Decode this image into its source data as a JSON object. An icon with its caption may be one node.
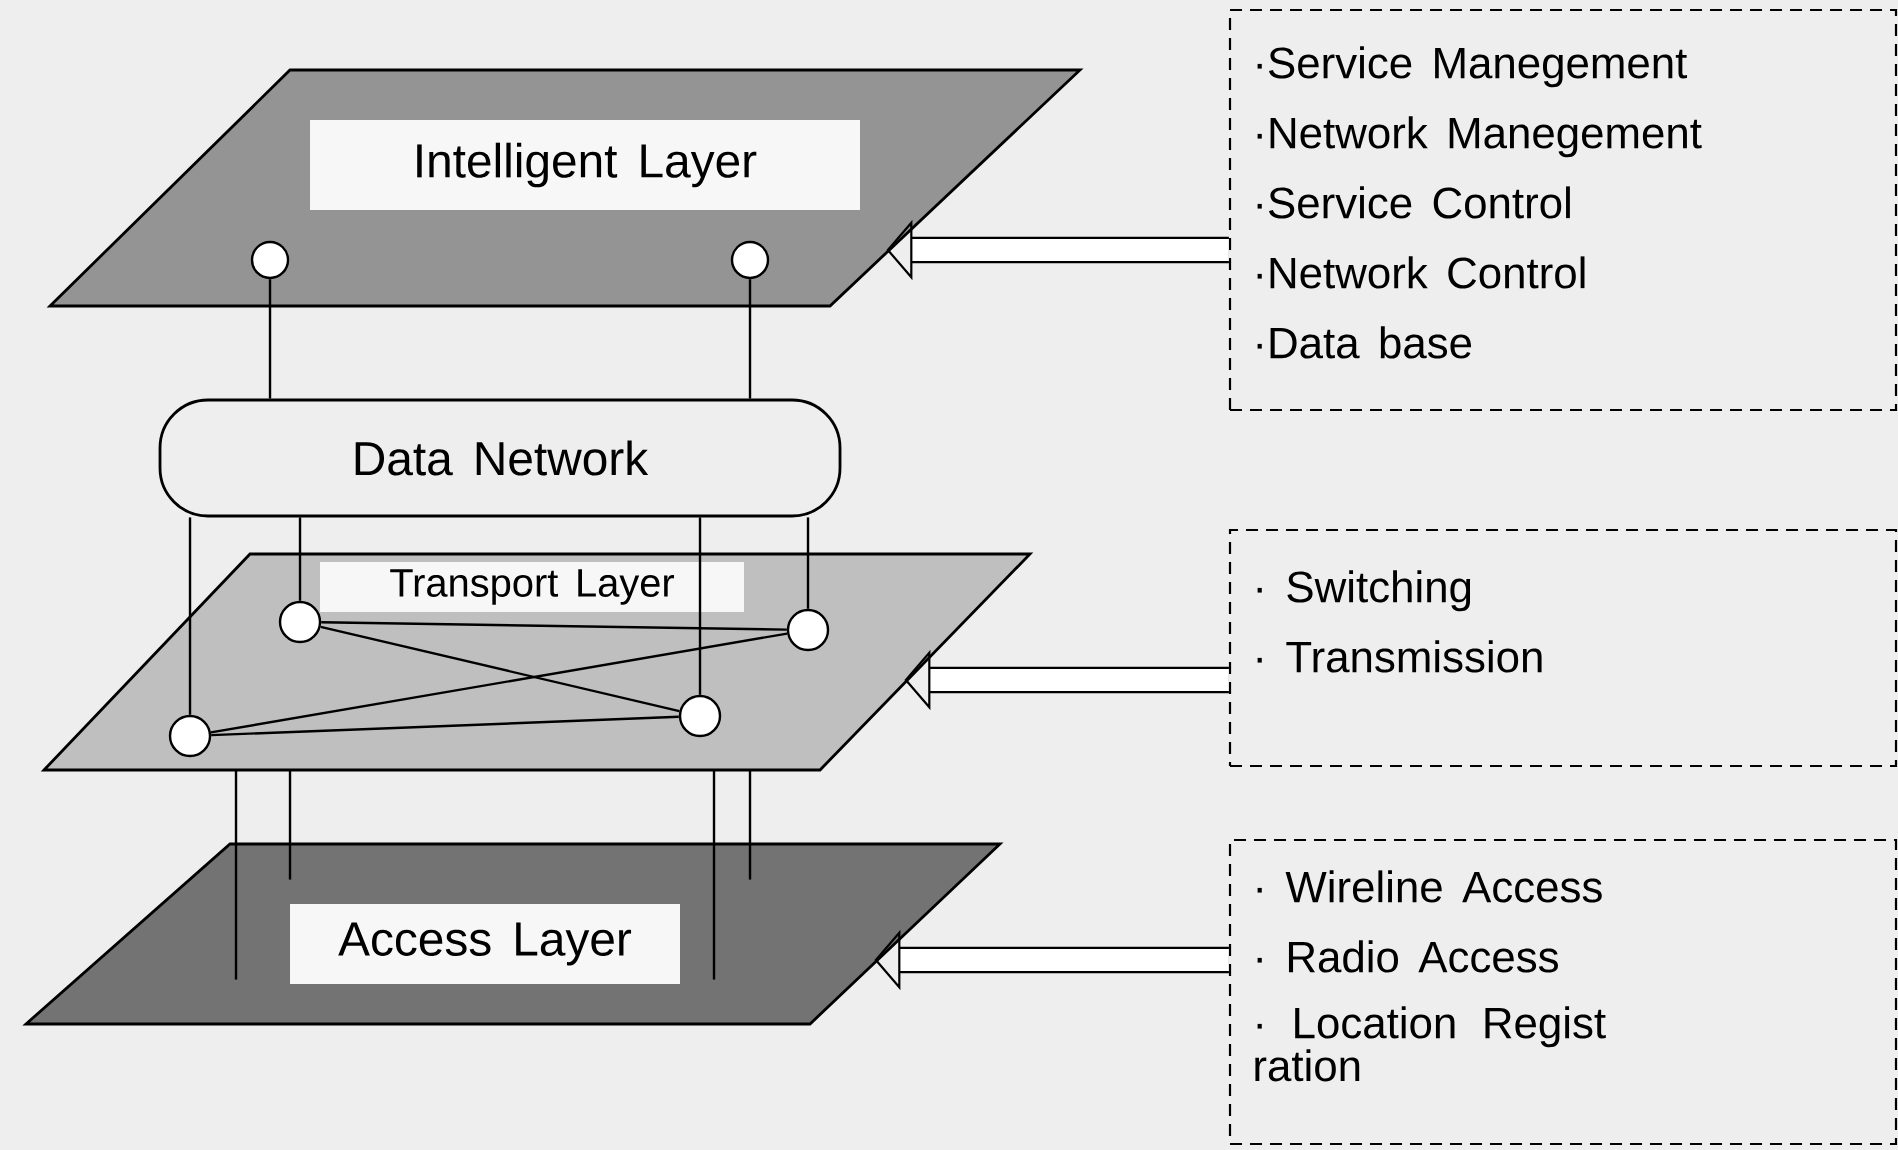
{
  "diagram": {
    "nodes": [
      {
        "text": [
          "Intelligent Layer"
        ]
      },
      {
        "text": [],
        "shape": "circle",
        "in": 0
      },
      {
        "text": [],
        "shape": "circle",
        "in": 0
      },
      {
        "text": [
          "Data Network"
        ]
      },
      {
        "text": [
          "Transport Layer"
        ]
      },
      {
        "text": [],
        "shape": "circle",
        "in": 4
      },
      {
        "text": [],
        "shape": "circle",
        "in": 4
      },
      {
        "text": [],
        "shape": "circle",
        "in": 4
      },
      {
        "text": [],
        "shape": "circle",
        "in": 4
      },
      {
        "text": [
          "Access Layer"
        ]
      },
      {
        "text": [
          "·Service Manegement",
          "·Network Manegement",
          "·Service Control",
          "·Network Control",
          "·Data base"
        ]
      },
      {
        "text": [
          "· Switching",
          "· Transmission"
        ]
      },
      {
        "text": [
          "· Wireline Access",
          "· Radio Access",
          "· Location Regist ration"
        ]
      }
    ],
    "edges": [
      {
        "from": 1,
        "to": 3,
        "arrow": "none"
      },
      {
        "from": 2,
        "to": 3,
        "arrow": "none"
      },
      {
        "from": 3,
        "to": 7,
        "arrow": "none"
      },
      {
        "from": 3,
        "to": 5,
        "arrow": "none"
      },
      {
        "from": 3,
        "to": 8,
        "arrow": "none"
      },
      {
        "from": 3,
        "to": 6,
        "arrow": "none"
      },
      {
        "from": 5,
        "to": 6,
        "arrow": "none"
      },
      {
        "from": 5,
        "to": 8,
        "arrow": "none"
      },
      {
        "from": 7,
        "to": 6,
        "arrow": "none"
      },
      {
        "from": 7,
        "to": 8,
        "arrow": "none"
      },
      {
        "from": 4,
        "to": 9,
        "arrow": "none"
      },
      {
        "from": 4,
        "to": 9,
        "arrow": "none"
      },
      {
        "from": 4,
        "to": 9,
        "arrow": "none"
      },
      {
        "from": 4,
        "to": 9,
        "arrow": "none"
      },
      {
        "from": 10,
        "to": 0,
        "arrow": "to",
        "style": "thick"
      },
      {
        "from": 11,
        "to": 4,
        "arrow": "to",
        "style": "thick"
      },
      {
        "from": 12,
        "to": 9,
        "arrow": "to",
        "style": "thick"
      }
    ]
  }
}
